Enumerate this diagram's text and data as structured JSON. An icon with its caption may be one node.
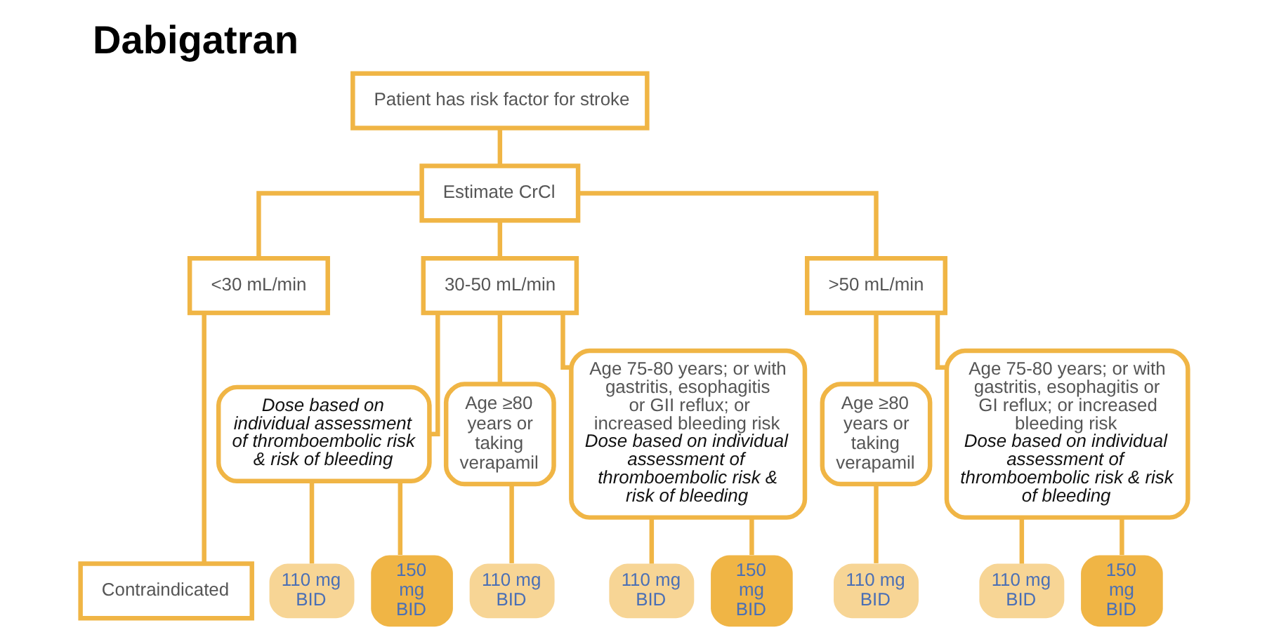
{
  "diagram": {
    "title": "Dabigatran",
    "nodes": [
      {
        "text": [
          "Patient has risk factor for stroke"
        ]
      },
      {
        "text": [
          "Estimate CrCl"
        ]
      },
      {
        "text": [
          "<30 mL/min"
        ]
      },
      {
        "text": [
          "30-50 mL/min"
        ]
      },
      {
        "text": [
          ">50 mL/min"
        ]
      },
      {
        "text": [
          "Dose based on individual assessment of thromboembolic risk & risk of bleeding"
        ]
      },
      {
        "text": [
          "Age ≥80 years or taking verapamil"
        ]
      },
      {
        "text": [
          "Age 75-80 years; or with gastritis, esophagitis or GII reflux; or increased bleeding risk",
          "Dose based on individual assessment of  thromboembolic risk & risk of bleeding"
        ]
      },
      {
        "text": [
          "Age ≥80 years or taking verapamil"
        ]
      },
      {
        "text": [
          "Age 75-80 years; or with gastritis, esophagitis or GI reflux; or increased bleeding risk",
          "Dose based on individual assessment of  thromboembolic risk & risk of bleeding"
        ]
      },
      {
        "text": [
          "Contraindicated"
        ]
      },
      {
        "text": [
          "110 mg BID"
        ]
      },
      {
        "text": [
          "150 mg BID"
        ]
      },
      {
        "text": [
          "110 mg BID"
        ]
      },
      {
        "text": [
          "110 mg BID"
        ]
      },
      {
        "text": [
          "150 mg BID"
        ]
      },
      {
        "text": [
          "110 mg BID"
        ]
      },
      {
        "text": [
          "110 mg BID"
        ]
      },
      {
        "text": [
          "150 mg BID"
        ]
      }
    ],
    "edges": [
      {
        "from": 0,
        "to": 1,
        "arrow": "none"
      },
      {
        "from": 1,
        "to": 2,
        "arrow": "none"
      },
      {
        "from": 1,
        "to": 3,
        "arrow": "none"
      },
      {
        "from": 1,
        "to": 4,
        "arrow": "none"
      },
      {
        "from": 2,
        "to": 10,
        "arrow": "none"
      },
      {
        "from": 3,
        "to": 5,
        "arrow": "none"
      },
      {
        "from": 3,
        "to": 6,
        "arrow": "none"
      },
      {
        "from": 3,
        "to": 7,
        "arrow": "none"
      },
      {
        "from": 4,
        "to": 8,
        "arrow": "none"
      },
      {
        "from": 4,
        "to": 9,
        "arrow": "none"
      },
      {
        "from": 5,
        "to": 11,
        "arrow": "none"
      },
      {
        "from": 5,
        "to": 12,
        "arrow": "none"
      },
      {
        "from": 6,
        "to": 13,
        "arrow": "none"
      },
      {
        "from": 7,
        "to": 14,
        "arrow": "none"
      },
      {
        "from": 7,
        "to": 15,
        "arrow": "none"
      },
      {
        "from": 8,
        "to": 16,
        "arrow": "none"
      },
      {
        "from": 9,
        "to": 17,
        "arrow": "none"
      },
      {
        "from": 9,
        "to": 18,
        "arrow": "none"
      }
    ]
  }
}
